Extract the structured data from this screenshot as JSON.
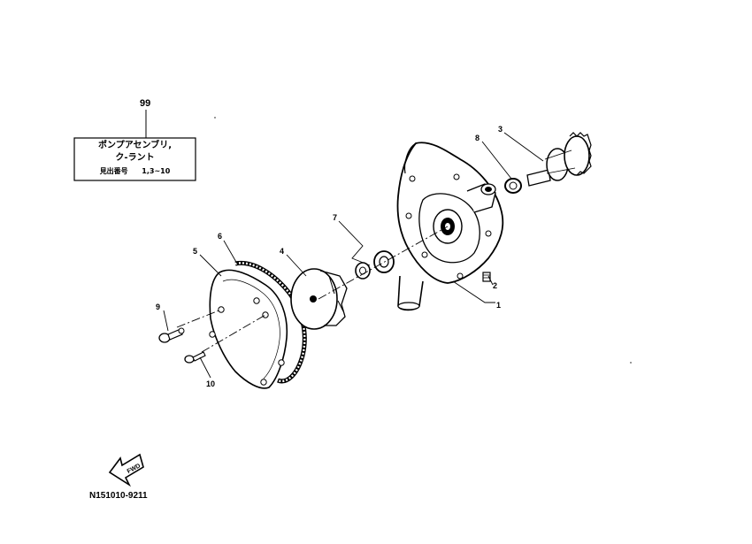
{
  "assembly": {
    "ref": "99",
    "name_line1": "ポンプアセンブリ,",
    "name_line2": "ク-ラント",
    "index_label": "見出番号",
    "index_range": "1,3~10"
  },
  "callouts": [
    "1",
    "2",
    "3",
    "4",
    "5",
    "6",
    "7",
    "8",
    "9",
    "10"
  ],
  "direction_label": "FWD",
  "diagram_code": "N151010-9211"
}
